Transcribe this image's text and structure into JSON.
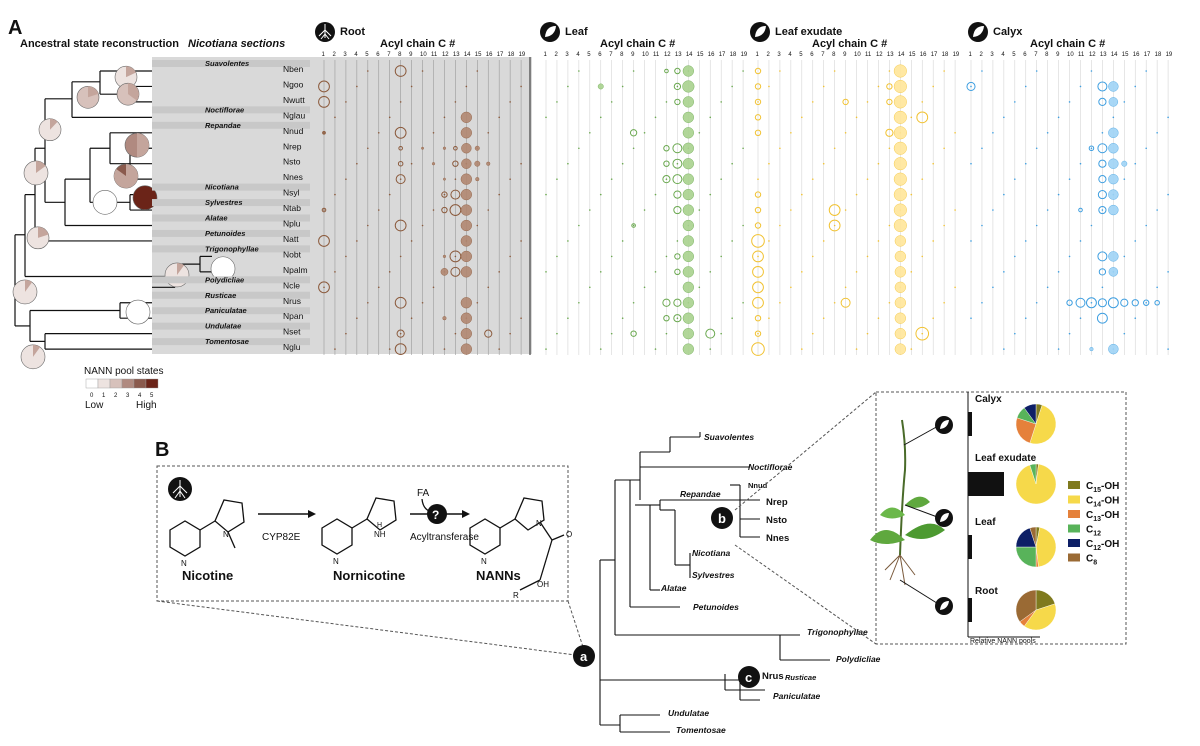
{
  "panel_a": {
    "letter": "A",
    "tree_title": "Ancestral state reconstruction",
    "sections_title": "Nicotiana sections",
    "axis_title": "Acyl chain C #",
    "ticks": [
      "1",
      "2",
      "3",
      "4",
      "5",
      "6",
      "7",
      "8",
      "9",
      "10",
      "11",
      "12",
      "13",
      "14",
      "15",
      "16",
      "17",
      "18",
      "19"
    ],
    "tissues": [
      {
        "name": "Root",
        "color": "#8b5a3c",
        "fill": "#b08670"
      },
      {
        "name": "Leaf",
        "color": "#6aa84f",
        "fill": "#a9d18e"
      },
      {
        "name": "Leaf exudate",
        "color": "#f1c232",
        "fill": "#ffe599"
      },
      {
        "name": "Calyx",
        "color": "#3d9ee0",
        "fill": "#9fd3f5"
      }
    ],
    "rows": [
      {
        "section": "Suavolentes",
        "species": "Nben"
      },
      {
        "section": "",
        "species": "Ngoo"
      },
      {
        "section": "",
        "species": "Nwutt"
      },
      {
        "section": "Noctiflorae",
        "species": "Nglau"
      },
      {
        "section": "Repandae",
        "species": "Nnud"
      },
      {
        "section": "",
        "species": "Nrep"
      },
      {
        "section": "",
        "species": "Nsto"
      },
      {
        "section": "",
        "species": "Nnes"
      },
      {
        "section": "Nicotiana",
        "species": "Nsyl"
      },
      {
        "section": "Sylvestres",
        "species": "Ntab"
      },
      {
        "section": "Alatae",
        "species": "Nplu"
      },
      {
        "section": "Petunoides",
        "species": "Natt"
      },
      {
        "section": "Trigonophyllae",
        "species": "Nobt"
      },
      {
        "section": "",
        "species": "Npalm"
      },
      {
        "section": "Polydicliae",
        "species": "Ncle"
      },
      {
        "section": "Rusticae",
        "species": "Nrus"
      },
      {
        "section": "Paniculatae",
        "species": "Npan"
      },
      {
        "section": "Undulatae",
        "species": "Nset"
      },
      {
        "section": "Tomentosae",
        "species": "Nglu"
      }
    ],
    "legend": {
      "title": "NANN pool states",
      "levels": [
        "0",
        "1",
        "2",
        "3",
        "4",
        "5"
      ],
      "low": "Low",
      "high": "High",
      "colors": [
        "#ffffff",
        "#ede3e0",
        "#d7c1bb",
        "#b08a80",
        "#8a5a4d",
        "#6b2418"
      ]
    }
  },
  "panel_b": {
    "letter": "B",
    "pathway": {
      "nicotine": "Nicotine",
      "nornicotine": "Nornicotine",
      "nanns": "NANNs",
      "enzyme1": "CYP82E",
      "enzyme2": "Acyltransferase",
      "substrate": "FA",
      "unknown": "?",
      "atom_n": "N",
      "atom_nh": "NH",
      "atom_h": "H",
      "atom_o": "O",
      "atom_oh": "OH",
      "atom_r": "R"
    },
    "tree_labels": [
      "Suavolentes",
      "Noctiflorae",
      "Repandae",
      "Nicotiana",
      "Sylvestres",
      "Alatae",
      "Petunoides",
      "Trigonophyllae",
      "Polydicliae",
      "Paniculatae",
      "Undulatae",
      "Tomentosae"
    ],
    "species_labels": [
      "Nnud",
      "Nrep",
      "Nsto",
      "Nnes"
    ],
    "nrus_label": "Nrus",
    "rusticae_label": "Rusticae",
    "node_labels": [
      "a",
      "b",
      "c"
    ],
    "tissues": [
      "Calyx",
      "Leaf exudate",
      "Leaf",
      "Root"
    ],
    "axis_label": "Relative NANN pools",
    "pie_legend": [
      {
        "label": "C15-OH",
        "base": "C",
        "sub": "15",
        "suffix": "-OH",
        "color": "#7f7a1e"
      },
      {
        "label": "C14-OH",
        "base": "C",
        "sub": "14",
        "suffix": "-OH",
        "color": "#f6d94a"
      },
      {
        "label": "C13-OH",
        "base": "C",
        "sub": "13",
        "suffix": "-OH",
        "color": "#e5813b"
      },
      {
        "label": "C12",
        "base": "C",
        "sub": "12",
        "suffix": "",
        "color": "#58b35a"
      },
      {
        "label": "C12-OH",
        "base": "C",
        "sub": "12",
        "suffix": "-OH",
        "color": "#0d1f66"
      },
      {
        "label": "C8",
        "base": "C",
        "sub": "8",
        "suffix": "",
        "color": "#9a6a34"
      }
    ],
    "pies": [
      {
        "tissue": "Calyx",
        "fractions": [
          0.05,
          0.5,
          0.25,
          0.1,
          0.1,
          0.0
        ]
      },
      {
        "tissue": "Leaf exudate",
        "fractions": [
          0.02,
          0.93,
          0.0,
          0.05,
          0.0,
          0.0
        ]
      },
      {
        "tissue": "Leaf",
        "fractions": [
          0.03,
          0.45,
          0.02,
          0.25,
          0.2,
          0.05
        ]
      },
      {
        "tissue": "Root",
        "fractions": [
          0.2,
          0.4,
          0.05,
          0.0,
          0.0,
          0.35
        ]
      }
    ]
  }
}
